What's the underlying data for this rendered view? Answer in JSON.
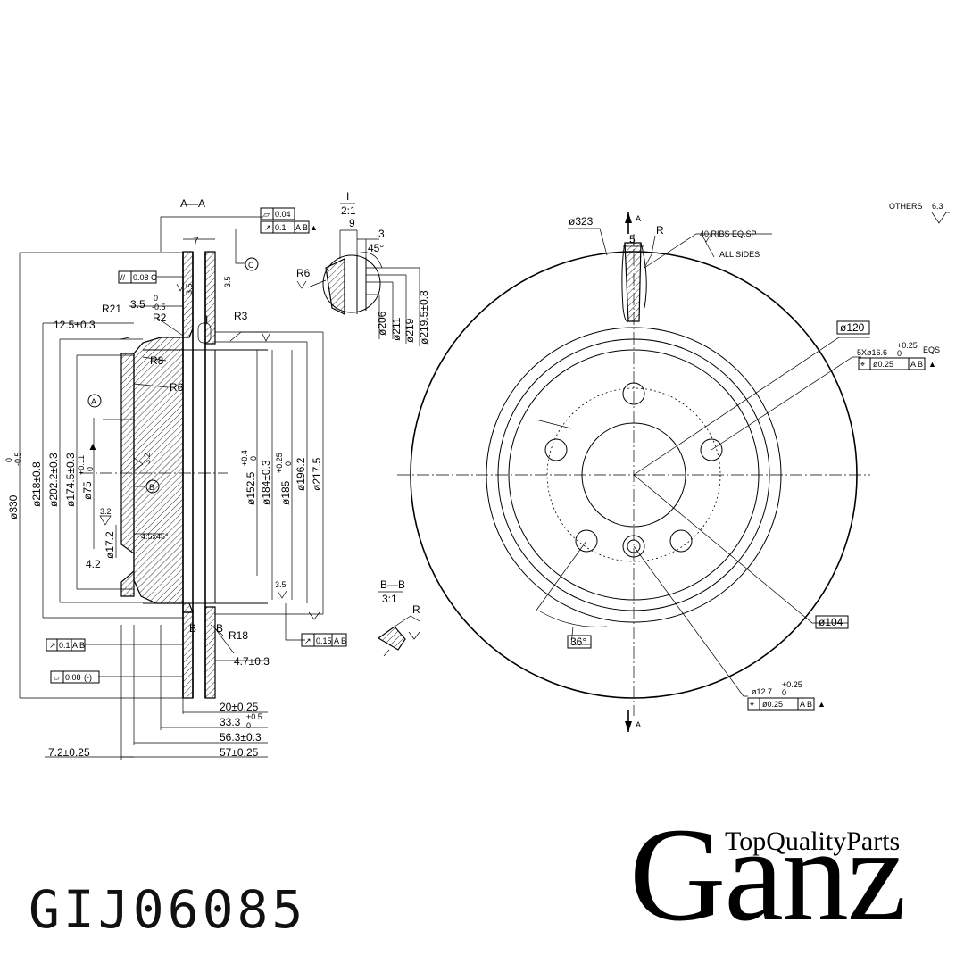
{
  "drawing": {
    "section_aa": "A—A",
    "detail_i": "I",
    "detail_scale_i": "2:1",
    "section_bb": "B—B",
    "section_bb_scale": "3:1",
    "others_finish": "OTHERS",
    "others_value": "6.3",
    "datum_a": "A",
    "datum_b": "B",
    "datum_c": "C",
    "section_mark_a": "A",
    "section_mark_b": "B",
    "detail_mark_i": "I"
  },
  "tolerances": {
    "flatness_top": "0.04",
    "runout_top": "0.1",
    "runout_top_ref": "A B",
    "parallel": "0.08",
    "parallel_ref": "C",
    "runout_bottom": "0.15",
    "runout_bottom_ref": "A B",
    "runout_left": "0.1",
    "runout_left_ref": "A B",
    "flatness_left": "0.08",
    "flatness_left_ref": "(-)",
    "hole_pos": "ø0.25",
    "hole_pos_ref": "A B",
    "bolt_pos": "ø0.25",
    "bolt_pos_ref": "A B"
  },
  "dimensions_section": {
    "d7": "7",
    "d35a": "3.5",
    "d35b": "3.5",
    "d35_range": "3.5",
    "d35_range_tol": "0",
    "d35_range_tol2": "-0.5",
    "r21": "R21",
    "r2": "R2",
    "r3": "R3",
    "r8": "R8",
    "r6": "R6",
    "r18": "R18",
    "d125": "12.5±0.3",
    "phi330": "ø330",
    "phi330_tol_a": "0",
    "phi330_tol_b": "-0.5",
    "phi218": "ø218±0.8",
    "phi2022": "ø202.2±0.3",
    "phi1745": "ø174.5±0.3",
    "phi75": "ø75",
    "phi75_tol": "+0.11",
    "phi75_tol2": "0",
    "phi1525": "ø152.5",
    "phi1525_tol": "+0.4",
    "phi1525_tol2": "0",
    "phi184": "ø184±0.3",
    "phi185": "ø185",
    "phi185_tol": "+0.25",
    "phi185_tol2": "0",
    "phi1962": "ø196.2",
    "phi2175": "ø217.5",
    "phi172": "ø17.2",
    "d42": "4.2",
    "d32a": "3.2",
    "d32b": "3.2",
    "d45x45": "4.5x45°",
    "d47": "4.7±0.3",
    "d35c": "3.5",
    "d20": "20±0.25",
    "d333": "33.3",
    "d333_tol": "+0.5",
    "d333_tol2": "0",
    "d563": "56.3±0.3",
    "d57": "57±0.25",
    "d72": "7.2±0.25"
  },
  "dimensions_detail": {
    "d9": "9",
    "d3": "3",
    "angle45": "45°",
    "r6": "R6",
    "phi206": "ø206",
    "phi211": "ø211",
    "phi219": "ø219",
    "phi2195": "ø219.5±0.8"
  },
  "dimensions_front": {
    "phi323": "ø323",
    "d5": "5",
    "r": "R",
    "ribs": "40  RIBS  EQ.SP",
    "all_sides": "ALL  SIDES",
    "phi120": "ø120",
    "holes": "5Xø16.6",
    "holes_tol": "+0.25",
    "holes_tol2": "0",
    "holes_suffix": "EQS",
    "phi104": "ø104",
    "angle36": "36°",
    "phi127": "ø12.7",
    "phi127_tol": "+0.25",
    "phi127_tol2": "0",
    "r_bb": "R"
  },
  "branding": {
    "part_number": "GIJ06085",
    "tagline": "TopQualityParts",
    "brand": "Ganz"
  }
}
